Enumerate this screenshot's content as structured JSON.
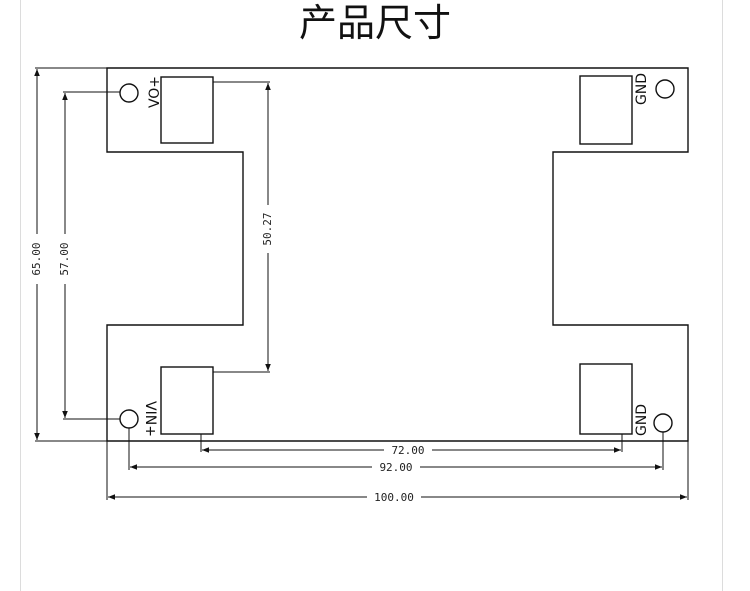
{
  "title": "产品尺寸",
  "pins": {
    "vo_plus": "VO+",
    "vin_plus": "VIN+",
    "gnd_top": "GND",
    "gnd_bottom": "GND"
  },
  "dimensions": {
    "width_total": "100.00",
    "hole_spacing_x": "92.00",
    "pad_spacing_x": "72.00",
    "height_total": "65.00",
    "hole_spacing_y": "57.00",
    "pad_spacing_y": "50.27"
  },
  "colors": {
    "line": "#111111",
    "frame": "#dcdcdc"
  }
}
